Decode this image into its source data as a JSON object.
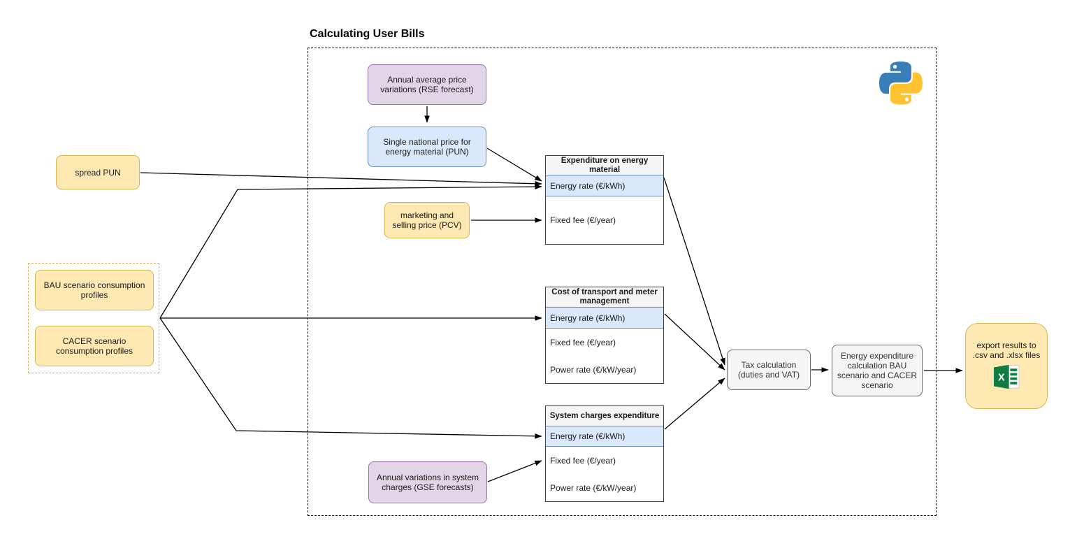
{
  "title": "Calculating User Bills",
  "colors": {
    "yellow_fill": "#ffe9b3",
    "yellow_border": "#d6b656",
    "purple_fill": "#e1d5e7",
    "purple_border": "#9673a6",
    "blue_fill": "#dae8fc",
    "blue_border": "#6c8ebf",
    "gray_fill": "#f5f5f5",
    "gray_border": "#666666",
    "arrow": "#000000",
    "excel_green": "#107c41",
    "python_blue": "#387EB8",
    "python_yellow": "#FFC331"
  },
  "nodes": {
    "rse_forecast": {
      "label": "Annual average price variations (RSE forecast)"
    },
    "pun": {
      "label": "Single national price for energy material (PUN)"
    },
    "spread_pun": {
      "label": "spread PUN"
    },
    "bau_profiles": {
      "label": "BAU scenario consumption profiles"
    },
    "cacer_profiles": {
      "label": "CACER scenario consumption profiles"
    },
    "pcv": {
      "label": "marketing and selling price (PCV)"
    },
    "gse_forecast": {
      "label": "Annual variations in system charges (GSE forecasts)"
    },
    "tax": {
      "label": "Tax calculation (duties and VAT)"
    },
    "energy_expenditure": {
      "label": "Energy expenditure calculation BAU scenario and CACER scenario"
    },
    "export": {
      "label": "export results to .csv and .xlsx files"
    }
  },
  "tables": [
    {
      "header": "Expenditure on energy material",
      "rows": [
        "Energy rate (€/kWh)",
        "Fixed fee (€/year)"
      ]
    },
    {
      "header": "Cost of transport and meter management",
      "rows": [
        "Energy rate (€/kWh)",
        "Fixed fee (€/year)",
        "Power rate (€/kW/year)"
      ]
    },
    {
      "header": "System charges expenditure",
      "rows": [
        "Energy rate (€/kWh)",
        "Fixed fee (€/year)",
        "Power rate (€/kW/year)"
      ]
    }
  ],
  "icons": {
    "python": "python-logo",
    "excel": "excel-icon"
  }
}
